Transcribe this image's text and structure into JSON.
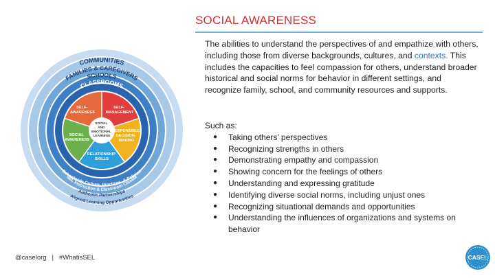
{
  "title": "SOCIAL AWARENESS",
  "description": {
    "part1": "The abilities to understand the perspectives of and empathize with others, including those from diverse backgrounds, cultures, and ",
    "part2": "contexts.",
    "part3": " This includes the capacities to feel compassion for others, understand broader historical and social norms for behavior in different settings, and recognize family, school, and community resources and supports."
  },
  "examples": {
    "heading": "Such as:",
    "items": [
      "Taking others’ perspectives",
      "Recognizing strengths in others",
      "Demonstrating empathy and compassion",
      "Showing concern for the feelings of others",
      "Understanding and expressing gratitude",
      "Identifying diverse social norms, including unjust ones",
      "Recognizing situational demands and opportunities",
      "Understanding the influences of organizations and systems on behavior"
    ]
  },
  "wheel": {
    "rings": {
      "communities": "COMMUNITIES",
      "families": "FAMILIES & CAREGIVERS",
      "schools": "SCHOOLS",
      "classrooms": "CLASSROOMS"
    },
    "bottom_arcs": {
      "sel": "SEL Instruction & Classroom Climate",
      "schoolwide": "Schoolwide Culture, Practices, & Policies",
      "partnerships": "Authentic Partnerships",
      "aligned": "Aligned Learning Opportunities"
    },
    "competencies": {
      "self_awareness": [
        "SELF-",
        "AWARENESS"
      ],
      "self_management": [
        "SELF-",
        "MANAGEMENT"
      ],
      "social_awareness": [
        "SOCIAL",
        "AWARENESS"
      ],
      "responsible": [
        "RESPONSIBLE",
        "DECISION-",
        "MAKING"
      ],
      "relationship": [
        "RELATIONSHIP",
        "SKILLS"
      ]
    },
    "center": [
      "SOCIAL",
      "AND",
      "EMOTIONAL",
      "LEARNING"
    ]
  },
  "footer": {
    "handle": "@caselorg",
    "separator": "|",
    "hashtag": "#WhatisSEL"
  },
  "logo": "CASEL",
  "colors": {
    "title": "#d0312d",
    "rule": "#6bb0dc",
    "ring_outer": "#a8c8e8",
    "ring_2": "#6ea6d8",
    "ring_3": "#3d7ec5",
    "ring_classrooms": "#2a63ad",
    "self_awareness": "#e46a3c",
    "self_management": "#e23c3c",
    "social_awareness": "#6ab04c",
    "responsible": "#f2b21e",
    "relationship": "#2e9fd8",
    "logo": "#2f8fcb"
  }
}
